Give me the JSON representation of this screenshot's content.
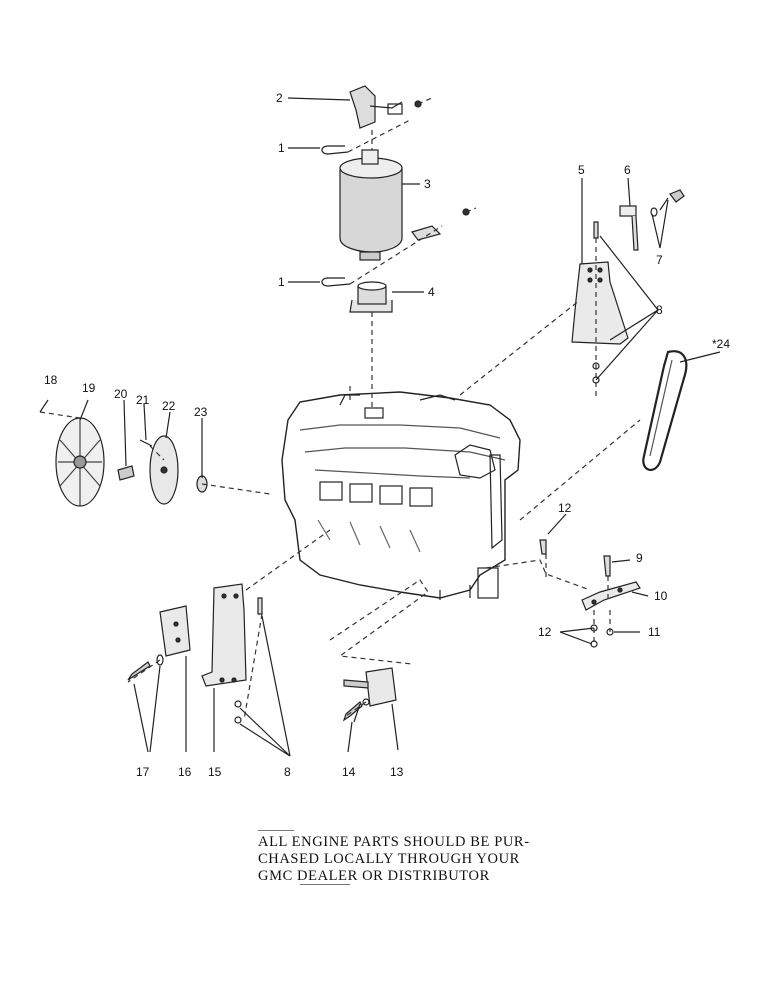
{
  "callouts": {
    "c1a": "1",
    "c1b": "1",
    "c2": "2",
    "c3": "3",
    "c4": "4",
    "c5": "5",
    "c6": "6",
    "c7": "7",
    "c8a": "8",
    "c8b": "8",
    "c9": "9",
    "c10": "10",
    "c11": "11",
    "c12a": "12",
    "c12b": "12",
    "c13": "13",
    "c14": "14",
    "c15": "15",
    "c16": "16",
    "c17": "17",
    "c18": "18",
    "c19": "19",
    "c20": "20",
    "c21": "21",
    "c22": "22",
    "c23": "23",
    "c24": "*24"
  },
  "note": {
    "line1": "ALL ENGINE PARTS SHOULD BE PUR-",
    "line2": "CHASED LOCALLY THROUGH YOUR",
    "line3": "GMC DEALER OR DISTRIBUTOR"
  }
}
